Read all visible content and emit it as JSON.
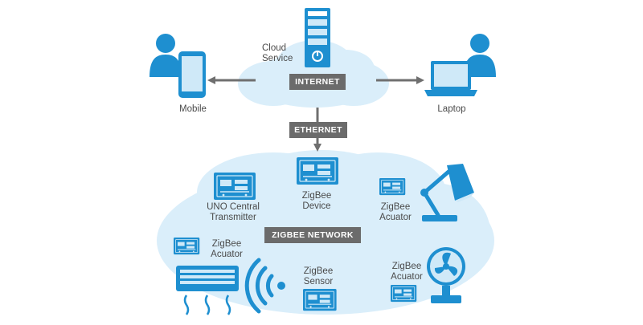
{
  "diagram": {
    "labels": {
      "cloud_service": [
        "Cloud",
        "Service"
      ],
      "internet": "INTERNET",
      "ethernet": "ETHERNET",
      "mobile": "Mobile",
      "laptop": "Laptop",
      "uno_central_transmitter": [
        "UNO Central",
        "Transmitter"
      ],
      "zigbee_device": [
        "ZigBee",
        "Device"
      ],
      "zigbee_acuator_lamp": [
        "ZigBee",
        "Acuator"
      ],
      "zigbee_network": "ZIGBEE NETWORK",
      "zigbee_acuator_ac": [
        "ZigBee",
        "Acuator"
      ],
      "zigbee_sensor": [
        "ZigBee",
        "Sensor"
      ],
      "zigbee_acuator_fan": [
        "ZigBee",
        "Acuator"
      ]
    },
    "colors": {
      "accent_blue": "#1e8fd0",
      "cloud_fill": "#daeefa",
      "tag_gray": "#6b6b6b",
      "arrow_gray": "#6f6f6f",
      "text_gray": "#4a4a4a"
    },
    "icons": [
      "server-icon",
      "person-icon",
      "mobile-phone-icon",
      "laptop-icon",
      "circuit-board-icon",
      "desk-lamp-icon",
      "air-conditioner-icon",
      "wireless-signal-icon",
      "fan-icon"
    ]
  }
}
